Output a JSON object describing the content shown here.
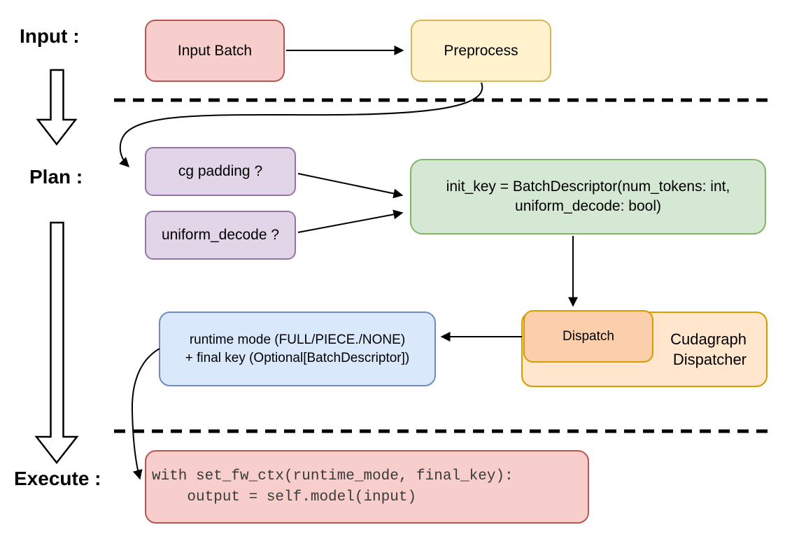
{
  "stages": {
    "input": "Input :",
    "plan": "Plan :",
    "execute": "Execute :"
  },
  "nodes": {
    "input_batch": {
      "label": "Input Batch"
    },
    "preprocess": {
      "label": "Preprocess"
    },
    "cg_padding": {
      "label": "cg padding ?"
    },
    "uniform_decode": {
      "label": "uniform_decode ?"
    },
    "init_key": {
      "line1": "init_key = BatchDescriptor(num_tokens: int,",
      "line2": "uniform_decode: bool)"
    },
    "dispatch": {
      "label": "Dispatch"
    },
    "cudagraph_dispatcher": {
      "line1": "Cudagraph",
      "line2": "Dispatcher"
    },
    "runtime_result": {
      "line1": "runtime mode (FULL/PIECE./NONE)",
      "line2": "+ final key (Optional[BatchDescriptor])"
    },
    "execute_code": {
      "line1": "with set_fw_ctx(runtime_mode, final_key):",
      "line2": "    output = self.model(input)"
    }
  },
  "colors": {
    "red_fill": "#f8cecc",
    "red_stroke": "#b85450",
    "yellow_fill": "#fff2cc",
    "yellow_stroke": "#d6b656",
    "purple_fill": "#e1d5e7",
    "purple_stroke": "#9673a6",
    "green_fill": "#d5e8d4",
    "green_stroke": "#82b366",
    "orange_outer_fill": "#ffe6cc",
    "orange_inner_fill": "#fbceac",
    "orange_stroke": "#d79b00",
    "blue_fill": "#dae8fc",
    "blue_stroke": "#6c8ebf",
    "line_color": "#000000",
    "code_text": "#3a3a3a"
  }
}
